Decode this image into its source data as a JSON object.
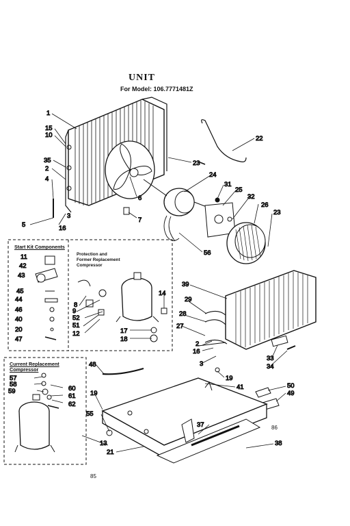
{
  "title": "UNIT",
  "subtitle": "For Model: 106.7771481Z",
  "start_kit_box": {
    "title": "Start Kit Components",
    "note": "Protection and\nFormer Replacement\nCompressor"
  },
  "current_box": {
    "title": "Current Replacement\nCompressor"
  },
  "footer_left": "85",
  "footer_right": "86",
  "callouts": [
    "1",
    "15",
    "10",
    "35",
    "2",
    "4",
    "5",
    "16",
    "3",
    "6",
    "7",
    "24",
    "23",
    "22",
    "31",
    "25",
    "32",
    "26",
    "23",
    "56",
    "11",
    "42",
    "43",
    "45",
    "44",
    "46",
    "40",
    "20",
    "47",
    "8",
    "9",
    "52",
    "51",
    "12",
    "14",
    "17",
    "18",
    "39",
    "29",
    "28",
    "27",
    "2",
    "16",
    "3",
    "33",
    "34",
    "48",
    "19",
    "41",
    "50",
    "49",
    "19",
    "55",
    "37",
    "13",
    "21",
    "38",
    "57",
    "58",
    "59",
    "60",
    "61",
    "62"
  ]
}
